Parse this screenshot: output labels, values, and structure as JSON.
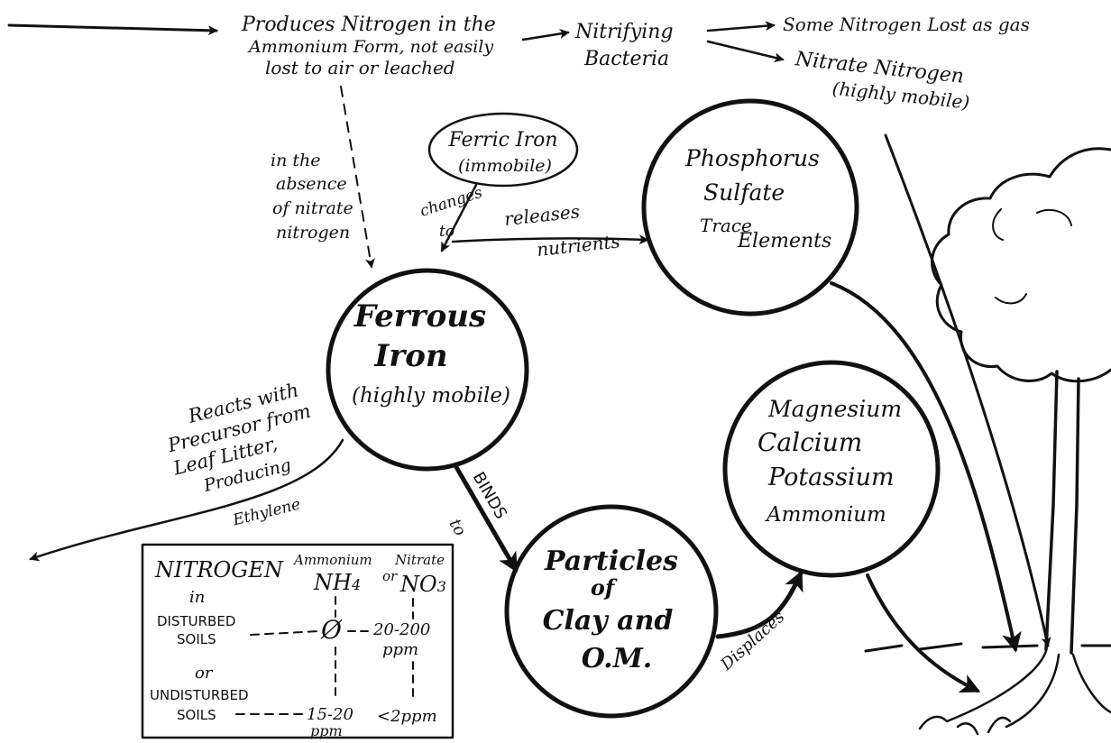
{
  "top": {
    "produces_line1": "Produces Nitrogen in the",
    "produces_line2": "Ammonium Form, not easily",
    "produces_line3": "lost to air or leached",
    "nitrifying_line1": "Nitrifying",
    "nitrifying_line2": "Bacteria",
    "lost_gas": "Some Nitrogen Lost as gas",
    "nitrate_line1": "Nitrate Nitrogen",
    "nitrate_line2": "(highly mobile)"
  },
  "absence": {
    "line1": "in the",
    "line2": "absence",
    "line3": "of nitrate",
    "line4": "nitrogen"
  },
  "ferric": {
    "line1": "Ferric Iron",
    "line2": "(immobile)",
    "changes_line1": "changes",
    "changes_line2": "to"
  },
  "releases": {
    "line1": "releases",
    "line2": "nutrients"
  },
  "phosphorus_circle": {
    "line1": "Phosphorus",
    "line2": "Sulfate",
    "line3": "Trace",
    "line4": "Elements"
  },
  "ferrous_circle": {
    "line1": "Ferrous",
    "line2": "Iron",
    "line3": "(highly mobile)"
  },
  "reacts": {
    "line1": "Reacts with",
    "line2": "Precursor from",
    "line3": "Leaf Litter,",
    "line4": "Producing",
    "line5": "Ethylene"
  },
  "binds": {
    "line1": "BINDS",
    "line2": "to"
  },
  "particles_circle": {
    "line1": "Particles",
    "line2": "of",
    "line3": "Clay and",
    "line4": "O.M."
  },
  "displaces": "Displaces",
  "magnesium_circle": {
    "line1": "Magnesium",
    "line2": "Calcium",
    "line3": "Potassium",
    "line4": "Ammonium"
  },
  "nitrogen_box": {
    "title": "NITROGEN",
    "col1_header": "Ammonium",
    "col1_formula": "NH",
    "col1_sub": "4",
    "col2_header": "Nitrate",
    "col2_or": "or",
    "col2_formula": "NO",
    "col2_sub": "3",
    "in_label": "in",
    "row1_line1": "DISTURBED",
    "row1_line2": "SOILS",
    "row1_ammonium": "Ø",
    "row1_nitrate_line1": "20-200",
    "row1_nitrate_line2": "ppm",
    "or_label": "or",
    "row2_line1": "UNDISTURBED",
    "row2_line2": "SOILS",
    "row2_ammonium_line1": "15-20",
    "row2_ammonium_line2": "ppm",
    "row2_nitrate": "<2ppm"
  }
}
